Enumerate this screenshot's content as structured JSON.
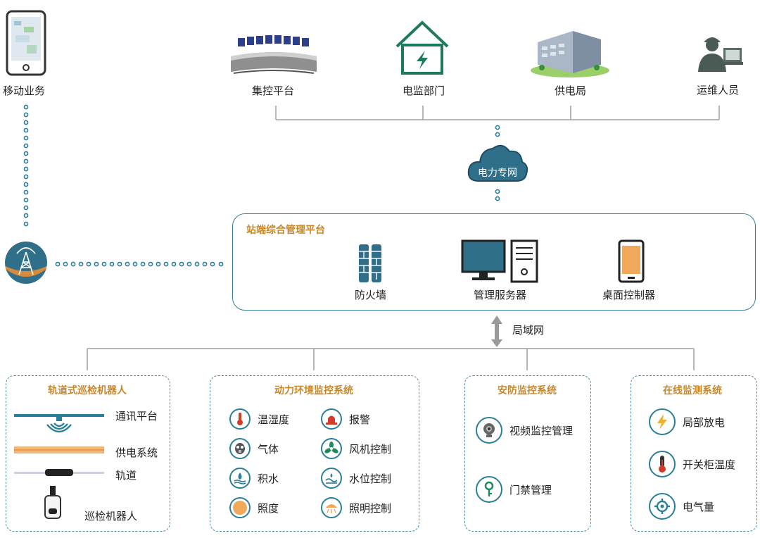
{
  "top": {
    "mobile": "移动业务",
    "control_platform": "集控平台",
    "power_monitor_dept": "电监部门",
    "power_bureau": "供电局",
    "ops_staff": "运维人员"
  },
  "cloud": "电力专网",
  "station_platform": {
    "title": "站端综合管理平台",
    "firewall": "防火墙",
    "server": "管理服务器",
    "desktop_controller": "桌面控制器"
  },
  "lan": "局域网",
  "robot_box": {
    "title": "轨道式巡检机器人",
    "items": [
      "通讯平台",
      "供电系统",
      "轨道",
      "巡检机器人"
    ]
  },
  "env_box": {
    "title": "动力环境监控系统",
    "left": [
      "温湿度",
      "气体",
      "积水",
      "照度"
    ],
    "right": [
      "报警",
      "风机控制",
      "水位控制",
      "照明控制"
    ]
  },
  "security_box": {
    "title": "安防监控系统",
    "items": [
      "视频监控管理",
      "门禁管理"
    ]
  },
  "online_box": {
    "title": "在线监测系统",
    "items": [
      "局部放电",
      "开关柜温度",
      "电气量"
    ]
  },
  "colors": {
    "accent": "#2a7f98",
    "title_orange": "#c8872a",
    "line_gray": "#999999",
    "cloud": "#2f6f8a"
  },
  "icons": [
    "phone-icon",
    "control-desk-icon",
    "house-power-icon",
    "building-icon",
    "worker-icon",
    "cloud-icon",
    "tower-icon",
    "firewall-icon",
    "monitor-icon",
    "server-tower-icon",
    "tablet-icon",
    "thermometer-icon",
    "gas-mask-icon",
    "water-icon",
    "light-icon",
    "alarm-icon",
    "fan-icon",
    "water-level-icon",
    "lighting-control-icon",
    "camera-icon",
    "key-icon",
    "lightning-icon",
    "target-icon"
  ]
}
